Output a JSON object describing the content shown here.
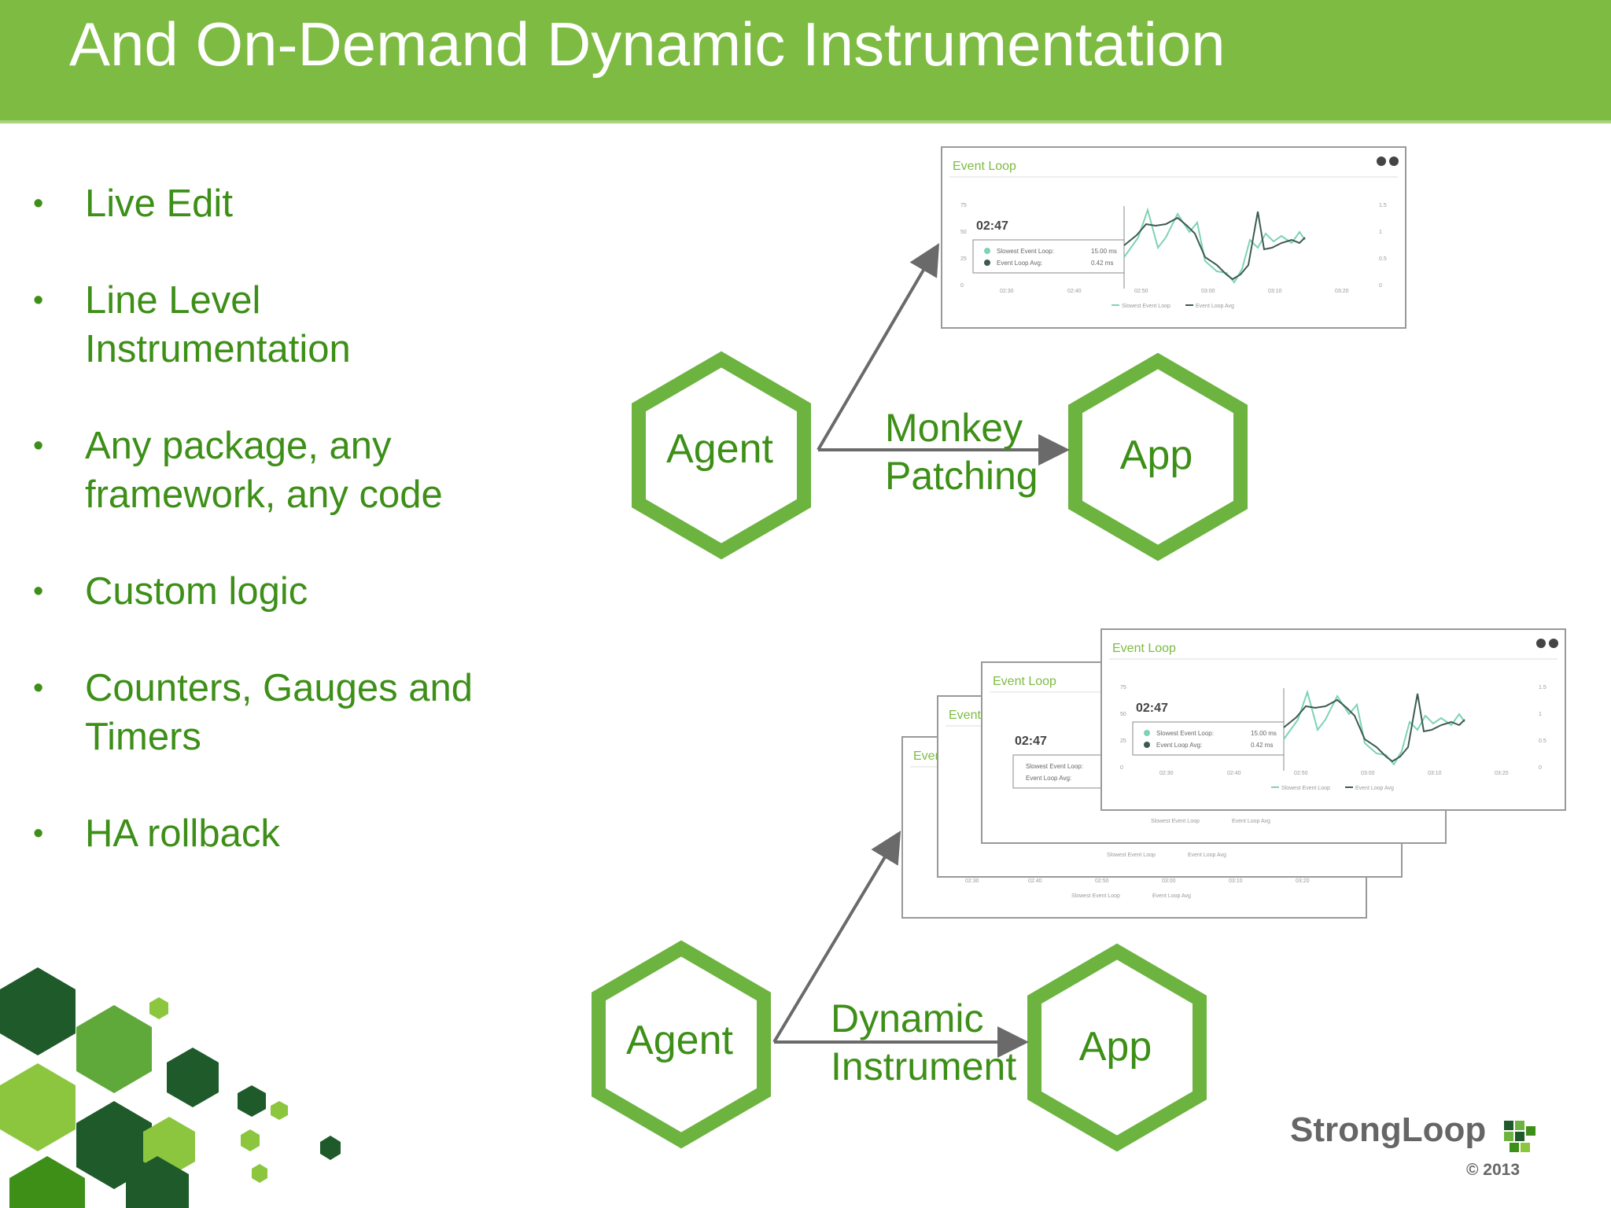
{
  "slide": {
    "title": "And On-Demand Dynamic Instrumentation",
    "bullets": [
      {
        "line1": "Live Edit",
        "line2": ""
      },
      {
        "line1": "Line Level",
        "line2": "Instrumentation"
      },
      {
        "line1": "Any package, any",
        "line2": "framework, any code"
      },
      {
        "line1": "Custom logic",
        "line2": ""
      },
      {
        "line1": "Counters, Gauges and",
        "line2": "Timers"
      },
      {
        "line1": "HA rollback",
        "line2": ""
      }
    ],
    "bullet_symbol": "•"
  },
  "diagram": {
    "top": {
      "agent_label": "Agent",
      "app_label": "App",
      "connector_line1": "Monkey",
      "connector_line2": "Patching"
    },
    "bottom": {
      "agent_label": "Agent",
      "app_label": "App",
      "connector_line1": "Dynamic",
      "connector_line2": "Instrument"
    }
  },
  "panel": {
    "title": "Event Loop",
    "time": "02:47",
    "tooltip_slowest_label": "Slowest Event Loop:",
    "tooltip_slowest_value": "15.00 ms",
    "tooltip_avg_label": "Event Loop Avg:",
    "tooltip_avg_value": "0.42 ms",
    "legend_slowest": "Slowest Event Loop",
    "legend_avg": "Event Loop Avg",
    "x_ticks": [
      "02:30",
      "02:40",
      "02:50",
      "03:00",
      "03:10",
      "03:20"
    ],
    "y_ticks_left": [
      "75",
      "50",
      "25",
      "0"
    ],
    "y_ticks_right": [
      "1.5",
      "1",
      "0.5",
      "0"
    ]
  },
  "logo": {
    "brand": "StrongLoop",
    "copyright": "© 2013"
  },
  "colors": {
    "banner": "#7dbb42",
    "text_green": "#3d8f18",
    "hex_green": "#6cb33f",
    "arrow_gray": "#6a6a6a",
    "dark_green": "#1f5a2a"
  }
}
